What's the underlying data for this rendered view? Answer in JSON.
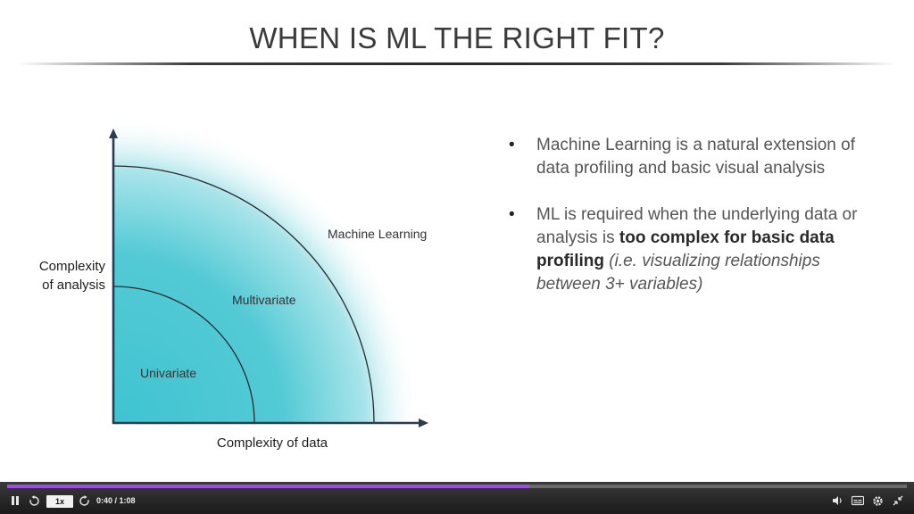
{
  "slide": {
    "title": "WHEN IS ML THE RIGHT FIT?",
    "diagram": {
      "y_axis_label_line1": "Complexity",
      "y_axis_label_line2": "of analysis",
      "x_axis_label": "Complexity of data",
      "regions": [
        "Univariate",
        "Multivariate",
        "Machine Learning"
      ],
      "colors": {
        "gradient_core": "#3fc4d1",
        "gradient_edge": "#ffffff",
        "axis": "#2e3a4f",
        "arc": "#2a2a2a"
      }
    },
    "bullets": [
      {
        "text": "Machine Learning is a natural extension of data profiling and basic visual analysis"
      },
      {
        "text_before": "ML is required when the underlying data or analysis is ",
        "text_bold": "too complex for basic data profiling",
        "text_space": " ",
        "text_italic": "(i.e. visualizing relationships between 3+ variables)"
      }
    ],
    "bullet_glyph": "•"
  },
  "player": {
    "progress": 0.58,
    "progress_color": "#9b4fe0",
    "speed_label": "1x",
    "time_label": "0:40 / 1:08",
    "icons": [
      "pause-icon",
      "rewind-icon",
      "forward-icon",
      "volume-icon",
      "captions-icon",
      "settings-icon",
      "exit-fullscreen-icon"
    ]
  }
}
